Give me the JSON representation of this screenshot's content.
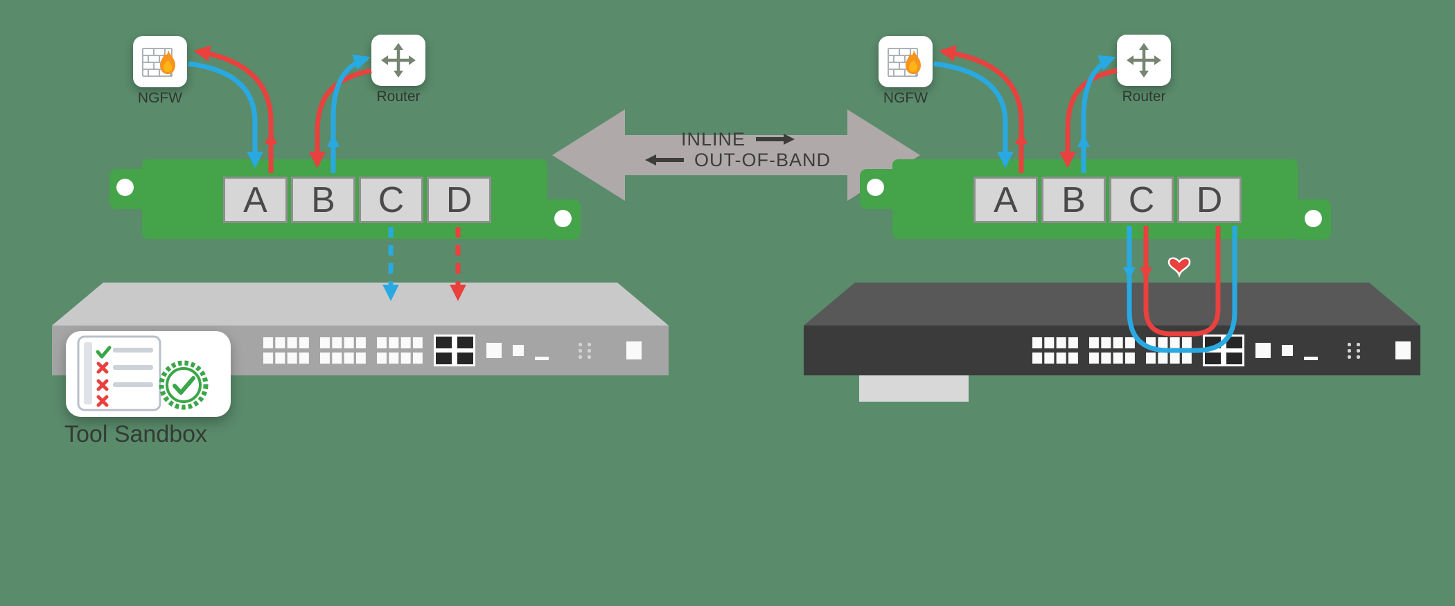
{
  "ports": [
    "A",
    "B",
    "C",
    "D"
  ],
  "left": {
    "ngfw_label": "NGFW",
    "router_label": "Router",
    "tool_sandbox_label": "Tool Sandbox"
  },
  "center": {
    "inline_label": "INLINE",
    "out_of_band_label": "OUT-OF-BAND"
  },
  "right": {
    "ngfw_label": "NGFW",
    "router_label": "Router"
  },
  "colors": {
    "background": "#5a8b6b",
    "module_green": "#45a34a",
    "port_fill": "#d6d6d6",
    "port_border": "#8f8f8f",
    "arrow_red": "#e8413e",
    "arrow_blue": "#29a9e1",
    "center_arrow": "#b4abad",
    "center_text": "#3c3c3c",
    "appliance_light_front": "#a5a5a5",
    "appliance_light_top": "#c9c9c9",
    "appliance_dark_front": "#3b3b3b",
    "appliance_dark_top": "#585858",
    "badge_green": "#3aa648",
    "heart_red": "#e8413e",
    "label_text": "#2f362f"
  }
}
